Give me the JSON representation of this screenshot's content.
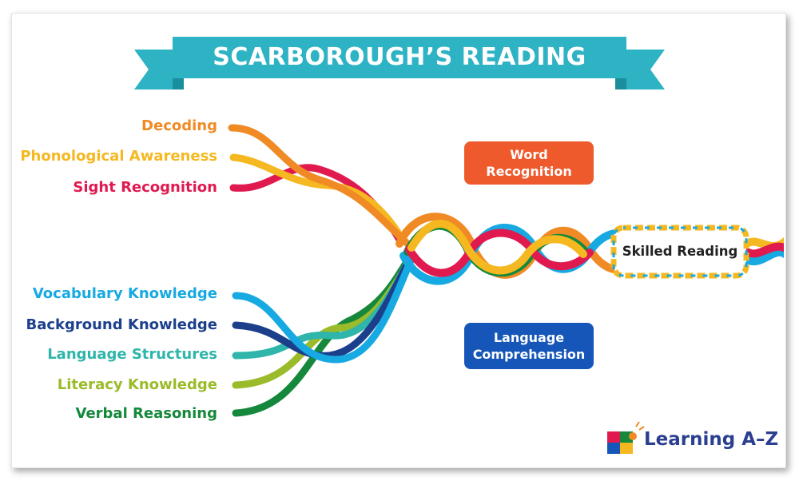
{
  "title": "SCARBOROUGH’S READING ROPE",
  "word_recognition": {
    "label": "Word\nRecognition",
    "strands": [
      "Decoding",
      "Phonological Awareness",
      "Sight Recognition"
    ]
  },
  "language_comprehension": {
    "label": "Language\nComprehension",
    "strands": [
      "Vocabulary Knowledge",
      "Background Knowledge",
      "Language Structures",
      "Literacy Knowledge",
      "Verbal Reasoning"
    ]
  },
  "outcome": "Skilled Reading",
  "brand": "Learning A–Z",
  "colors": {
    "banner": "#2db3c4",
    "banner_dark": "#1b8e9d",
    "word_recognition": "#ee5a2b",
    "language_comprehension": "#1556b8",
    "decoding": "#f08a24",
    "phonological_awareness": "#f5b820",
    "sight_recognition": "#e01a4f",
    "vocabulary_knowledge": "#17a9e1",
    "background_knowledge": "#1c3f8c",
    "language_structures": "#2fb5a9",
    "literacy_knowledge": "#9bbb2a",
    "verbal_reasoning": "#15883c"
  }
}
